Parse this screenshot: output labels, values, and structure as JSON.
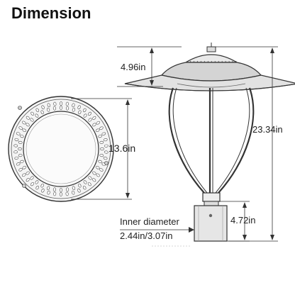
{
  "title": "Dimension",
  "dimensions": {
    "height_top": "4.96in",
    "diameter": "13.6in",
    "total_height": "23.34in",
    "base_height": "4.72in",
    "inner_diameter_label": "Inner diameter",
    "inner_diameter_value": "2.44in/3.07in"
  },
  "colors": {
    "line": "#333333",
    "accent": "#cc2222"
  }
}
